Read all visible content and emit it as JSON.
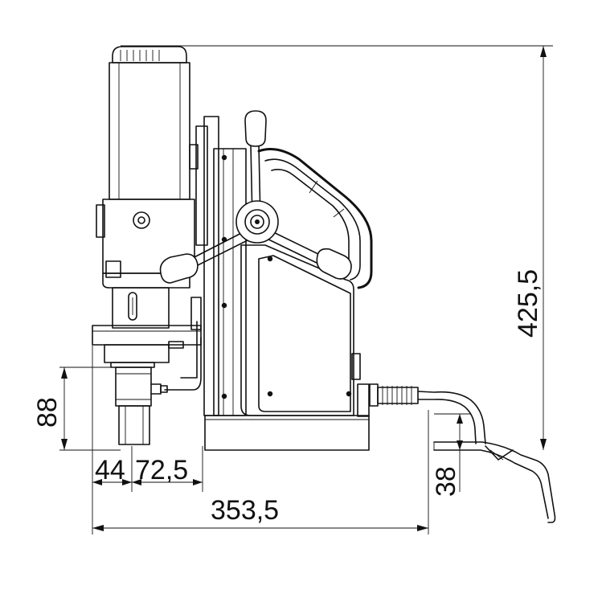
{
  "dimensions": {
    "overall_height": "425,5",
    "overall_length": "353,5",
    "spindle_height": "88",
    "spindle_offset_left": "44",
    "spindle_offset_right": "72,5",
    "handle_height": "38"
  },
  "colors": {
    "line": "#111111",
    "background": "#ffffff"
  }
}
